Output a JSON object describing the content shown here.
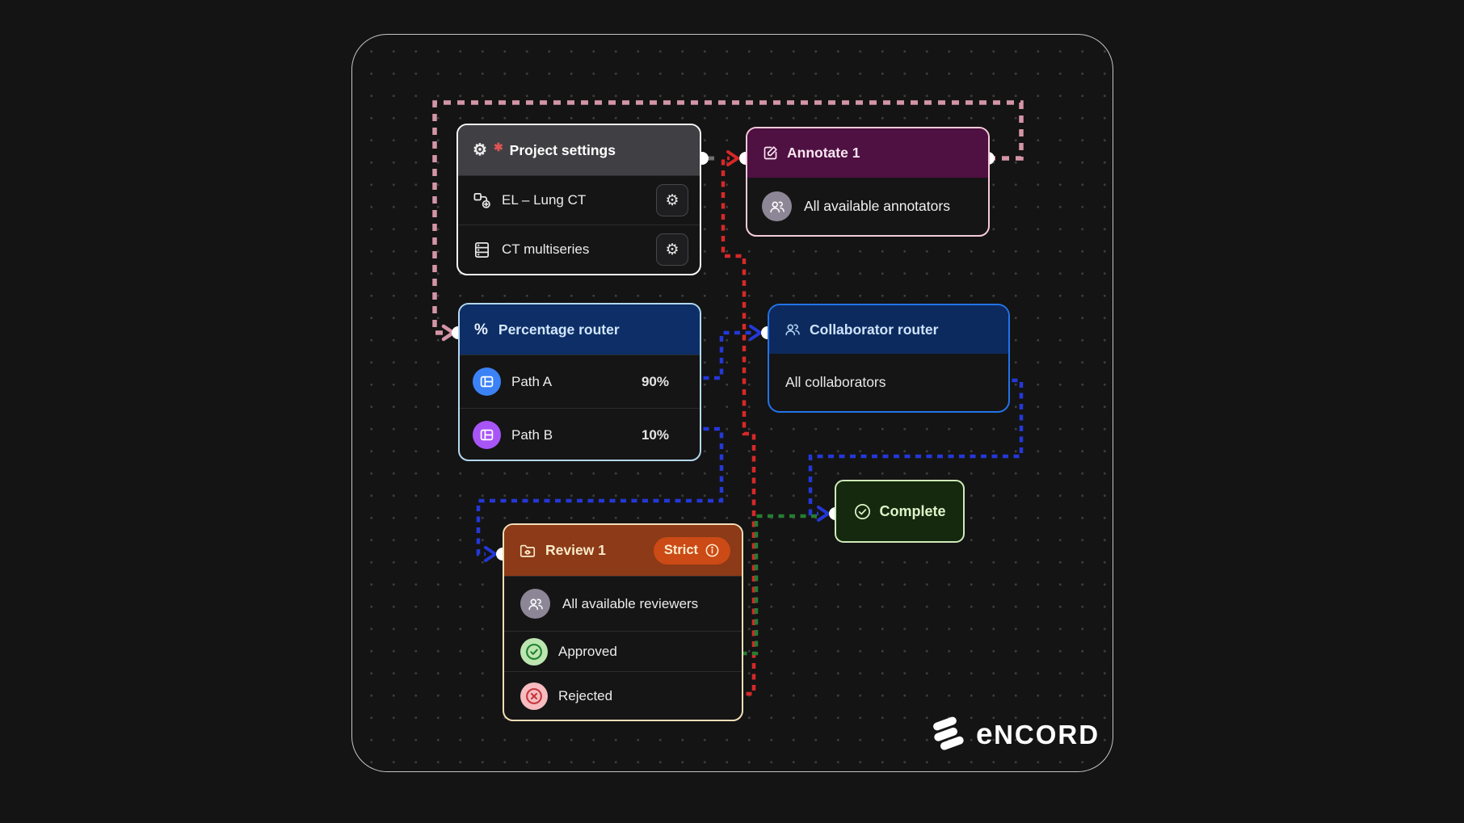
{
  "canvas": {
    "background": "#141414",
    "frame_border": "#c6c6c6"
  },
  "nodes": {
    "project_settings": {
      "title": "Project settings",
      "required_marker": "✱",
      "rows": [
        {
          "label": "EL – Lung CT",
          "icon": "ontology-icon"
        },
        {
          "label": "CT multiseries",
          "icon": "dataset-icon"
        }
      ]
    },
    "annotate": {
      "title": "Annotate 1",
      "assignee": "All available annotators"
    },
    "percentage_router": {
      "title": "Percentage router",
      "paths": [
        {
          "label": "Path A",
          "value": "90%",
          "color": "#3b82f6"
        },
        {
          "label": "Path B",
          "value": "10%",
          "color": "#a855f7"
        }
      ]
    },
    "collaborator_router": {
      "title": "Collaborator router",
      "body": "All collaborators"
    },
    "complete": {
      "title": "Complete"
    },
    "review": {
      "title": "Review 1",
      "badge": "Strict",
      "assignee": "All available reviewers",
      "outcomes": [
        {
          "label": "Approved"
        },
        {
          "label": "Rejected"
        }
      ]
    }
  },
  "icons": {
    "gear": "⚙",
    "percent": "%"
  },
  "connectors": {
    "colors": {
      "pink": "#d495a7",
      "red": "#d62828",
      "blue": "#2438d8",
      "green": "#267d32",
      "gray": "#6e6e72"
    },
    "port_fill": "#ffffff"
  },
  "logo": {
    "text": "encord",
    "prefix": "e",
    "suffix": "ncord"
  }
}
